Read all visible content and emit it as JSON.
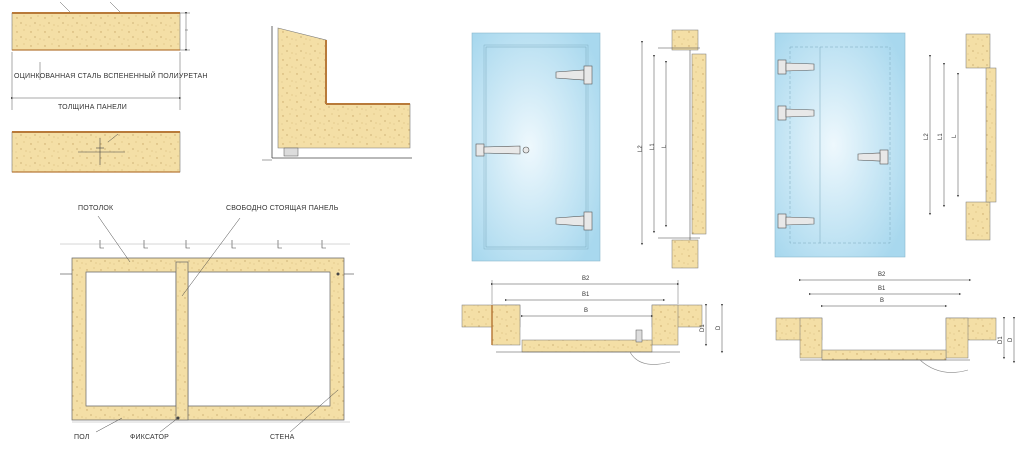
{
  "colors": {
    "foam": "#f4dfa6",
    "foam_speck": "#c8a868",
    "steel": "#b87a3a",
    "line": "#555555",
    "glass_light": "#e4f4fc",
    "glass_dark": "#a8d8ee"
  },
  "labels": {
    "steel_foam": "ОЦИНКОВАННАЯ СТАЛЬ ВСПЕНЕННЫЙ ПОЛИУРЕТАН",
    "panel_thickness": "ТОЛЩИНА ПАНЕЛИ",
    "ceiling": "ПОТОЛОК",
    "free_standing_panel": "СВОБОДНО СТОЯЩАЯ ПАНЕЛЬ",
    "floor": "ПОЛ",
    "fixator": "ФИКСАТОР",
    "wall": "СТЕНА"
  },
  "door1": {
    "dims_v": [
      "L2",
      "L1",
      "L"
    ],
    "dims_h": [
      "B2",
      "B1",
      "B"
    ],
    "dims_d": [
      "D1",
      "D"
    ]
  },
  "door2": {
    "dims_v": [
      "L2",
      "L1",
      "L"
    ],
    "dims_h": [
      "B2",
      "B1",
      "B"
    ],
    "dims_d": [
      "D1",
      "D"
    ]
  }
}
